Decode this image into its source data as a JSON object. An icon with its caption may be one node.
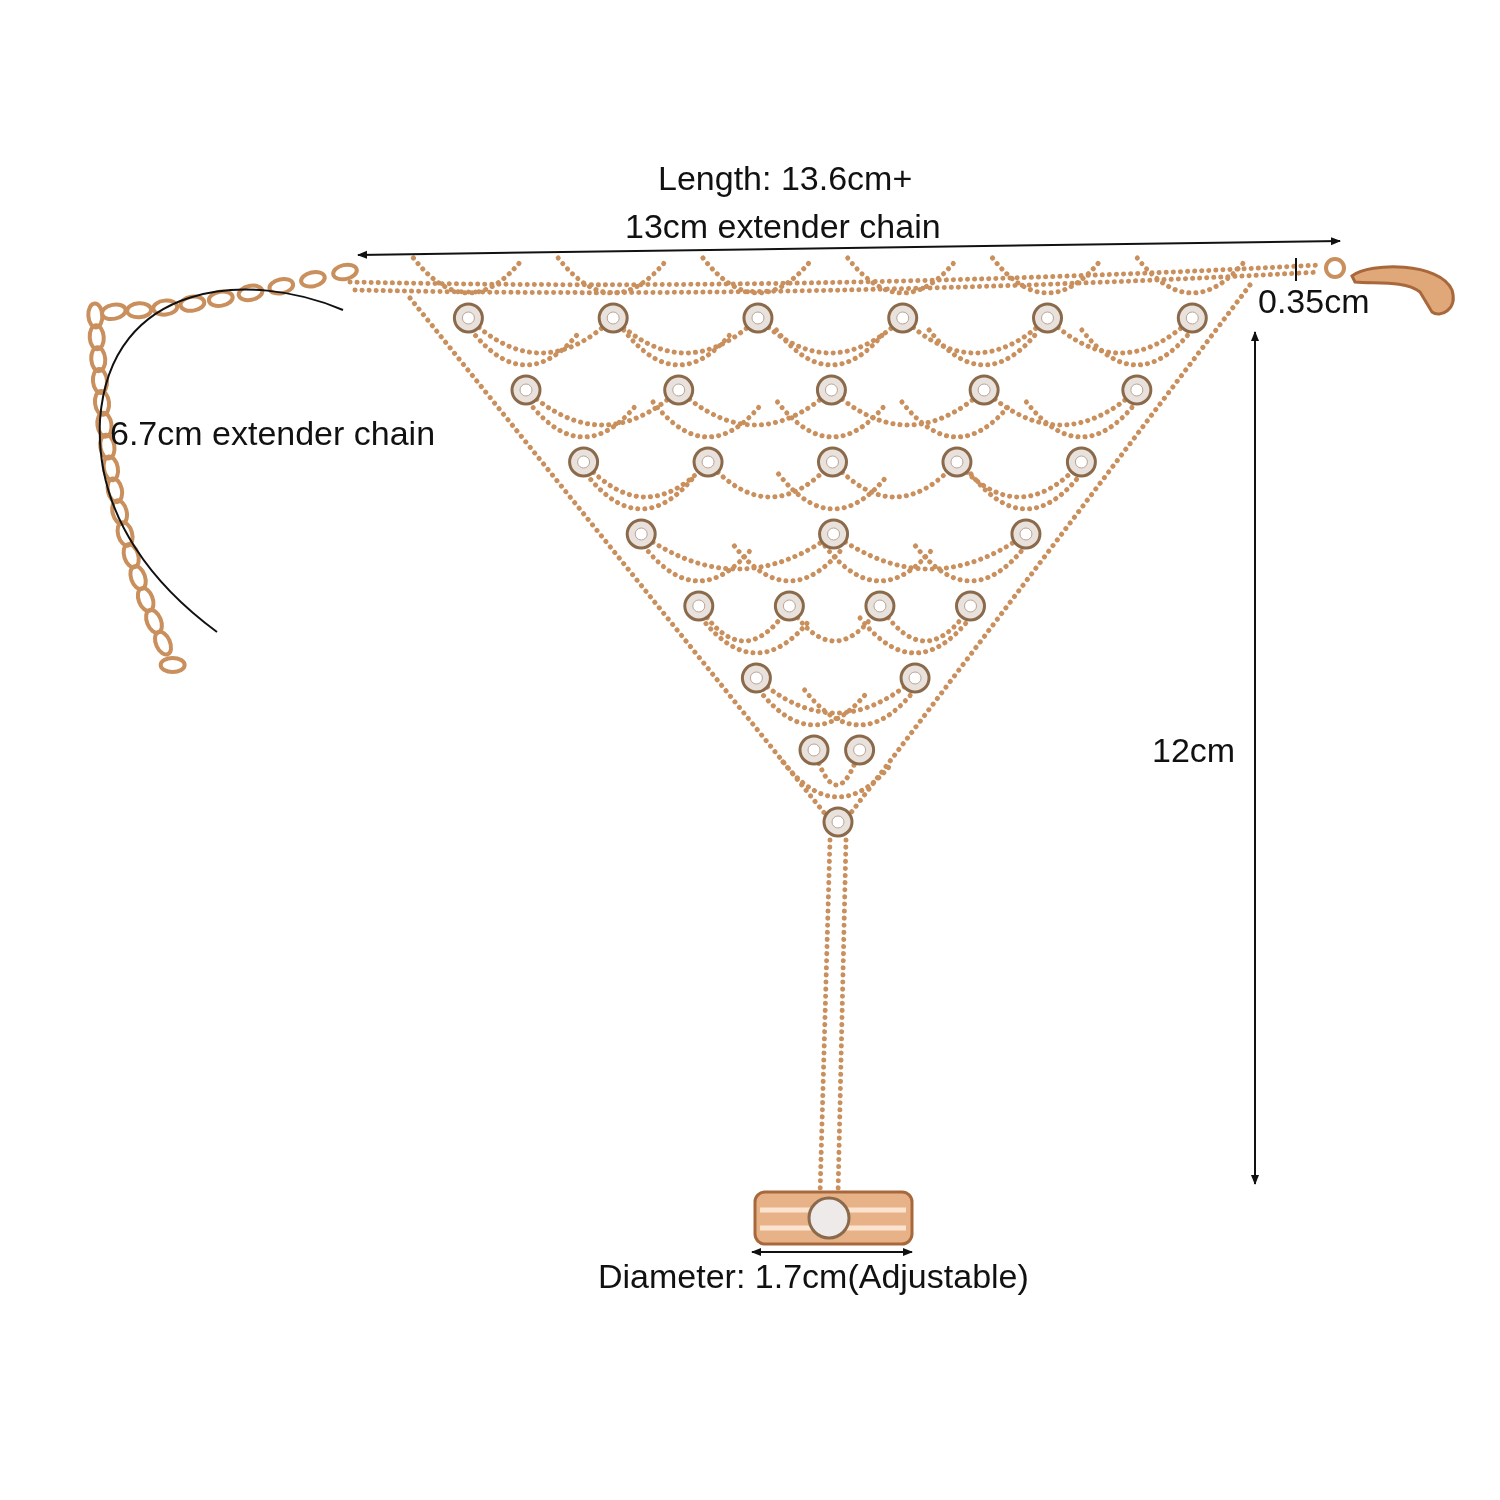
{
  "diagram": {
    "labels": [
      "Length: 13.6cm+",
      "13cm extender chain",
      "0.35cm",
      "6.7cm extender chain",
      "12cm",
      "Diameter: 1.7cm(Adjustable)"
    ]
  }
}
